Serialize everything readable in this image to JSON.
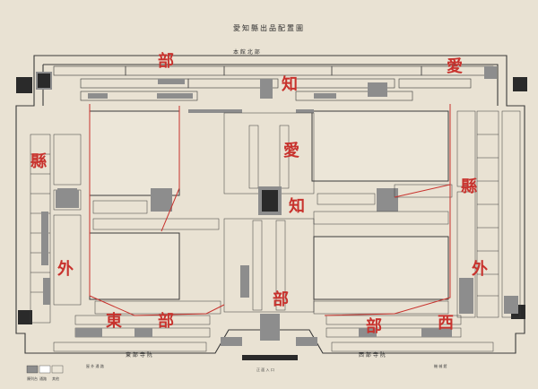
{
  "title": "愛知縣出品配置圖",
  "region_labels": {
    "aichi_top_left": "部",
    "aichi_top_mid": "知",
    "aichi_top_right": "愛",
    "aichi_center_1": "愛",
    "aichi_center_2": "知",
    "aichi_center_3": "部",
    "outer_left_1": "縣",
    "outer_left_2": "外",
    "outer_left_3": "東",
    "outer_left_4": "部",
    "outer_right_1": "縣",
    "outer_right_2": "外",
    "outer_right_3": "西",
    "outer_right_4": "部"
  },
  "hall_labels": {
    "north_hall": "本 館 北 部",
    "south_left": "東 部 寺 院",
    "south_right": "西 部 寺 院",
    "bottom_mid": "正 面 入 口",
    "bottom_left": "屋 外 通 路",
    "bottom_right": "機 械 館"
  },
  "legend": {
    "items": [
      "陳列台",
      "通路",
      "其他"
    ]
  },
  "colors": {
    "paper": "#e9e2d3",
    "line": "#3a3a3a",
    "red": "#c8322d",
    "block": "#2a2a2a",
    "gray": "#8d8d8d"
  }
}
